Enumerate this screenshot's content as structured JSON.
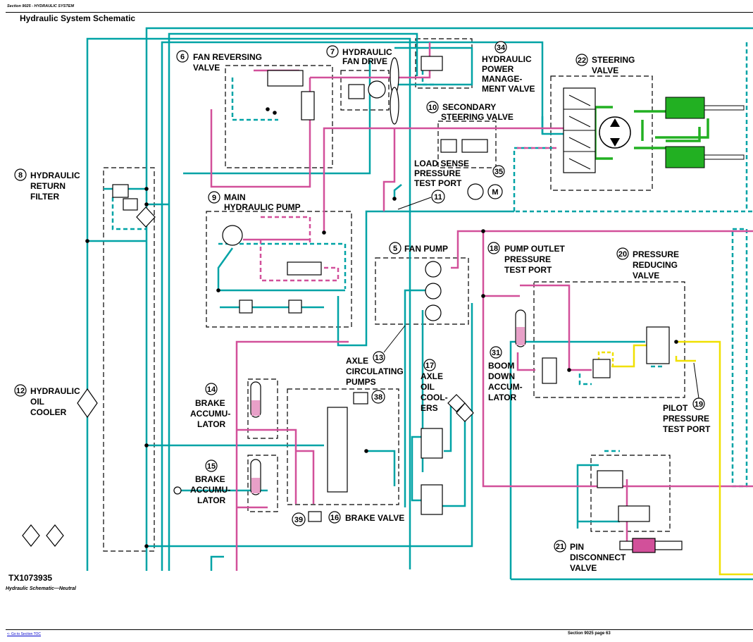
{
  "header": {
    "section": "Section 9025 - HYDRAULIC SYSTEM"
  },
  "title": "Hydraulic System Schematic",
  "figure_code": "TX1073935",
  "caption": "Hydraulic Schematic—Neutral",
  "footer": {
    "toc_link": "<- Go to Section TOC",
    "page": "Section 9025 page 63"
  },
  "colors": {
    "pressure": "#d2509a",
    "return": "#00a3a6",
    "pilot": "#f0e000",
    "steering": "#22b022",
    "frame": "#000000"
  },
  "components": [
    {
      "num": "6",
      "lines": [
        "FAN REVERSING",
        "VALVE"
      ]
    },
    {
      "num": "7",
      "lines": [
        "HYDRAULIC",
        "FAN DRIVE"
      ]
    },
    {
      "num": "34",
      "lines": [
        "HYDRAULIC",
        "POWER",
        "MANAGE-",
        "MENT VALVE"
      ]
    },
    {
      "num": "22",
      "lines": [
        "STEERING",
        "VALVE"
      ]
    },
    {
      "num": "10",
      "lines": [
        "SECONDARY",
        "STEERING VALVE"
      ]
    },
    {
      "num": "8",
      "lines": [
        "HYDRAULIC",
        "RETURN",
        "FILTER"
      ]
    },
    {
      "num": "9",
      "lines": [
        "MAIN",
        "HYDRAULIC PUMP"
      ]
    },
    {
      "num": "",
      "lines": [
        "LOAD SENSE",
        "PRESSURE",
        "TEST PORT"
      ]
    },
    {
      "num": "11",
      "lines": []
    },
    {
      "num": "35",
      "lines": []
    },
    {
      "num": "M",
      "lines": []
    },
    {
      "num": "5",
      "lines": [
        "FAN PUMP"
      ]
    },
    {
      "num": "18",
      "lines": [
        "PUMP OUTLET",
        "PRESSURE",
        "TEST PORT"
      ]
    },
    {
      "num": "20",
      "lines": [
        "PRESSURE",
        "REDUCING",
        "VALVE"
      ]
    },
    {
      "num": "13",
      "lines": [
        "AXLE",
        "CIRCULATING",
        "PUMPS"
      ]
    },
    {
      "num": "17",
      "lines": [
        "AXLE",
        "OIL",
        "COOL-",
        "ERS"
      ]
    },
    {
      "num": "31",
      "lines": [
        "BOOM",
        "DOWN",
        "ACCUM-",
        "LATOR"
      ]
    },
    {
      "num": "12",
      "lines": [
        "HYDRAULIC",
        "OIL",
        "COOLER"
      ]
    },
    {
      "num": "14",
      "lines": [
        "BRAKE",
        "ACCUMU-",
        "LATOR"
      ]
    },
    {
      "num": "38",
      "lines": []
    },
    {
      "num": "15",
      "lines": [
        "BRAKE",
        "ACCUMU-",
        "LATOR"
      ]
    },
    {
      "num": "39",
      "lines": []
    },
    {
      "num": "16",
      "lines": [
        "BRAKE VALVE"
      ]
    },
    {
      "num": "19",
      "lines": [
        "PILOT",
        "PRESSURE",
        "TEST PORT"
      ]
    },
    {
      "num": "21",
      "lines": [
        "PIN",
        "DISCONNECT",
        "VALVE"
      ]
    }
  ]
}
